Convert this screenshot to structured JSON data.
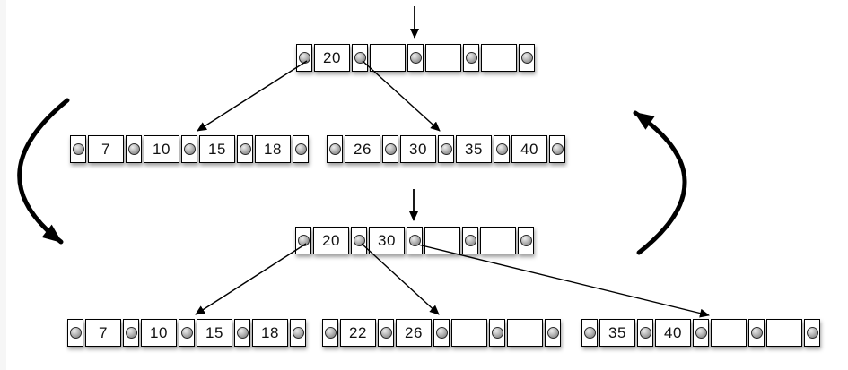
{
  "colors": {
    "line": "#000000",
    "node_border": "#000000",
    "node_fill": "#ffffff",
    "pointer_dot": "#8f8f8f",
    "text": "#111111",
    "canvas": "#ffffff"
  },
  "icons": {
    "pointer_dot": "filled-circle",
    "insert_arrow": "down-arrow",
    "cycle_left": "curved-arrow-down-left",
    "cycle_right": "curved-arrow-up-right"
  },
  "before": {
    "root": {
      "keys": [
        "20",
        "",
        "",
        ""
      ]
    },
    "leaves": [
      {
        "keys": [
          "7",
          "10",
          "15",
          "18"
        ]
      },
      {
        "keys": [
          "26",
          "30",
          "35",
          "40"
        ]
      }
    ]
  },
  "after": {
    "root": {
      "keys": [
        "20",
        "30",
        "",
        ""
      ]
    },
    "leaves": [
      {
        "keys": [
          "7",
          "10",
          "15",
          "18"
        ]
      },
      {
        "keys": [
          "22",
          "26",
          "",
          ""
        ]
      },
      {
        "keys": [
          "35",
          "40",
          "",
          ""
        ]
      }
    ]
  }
}
